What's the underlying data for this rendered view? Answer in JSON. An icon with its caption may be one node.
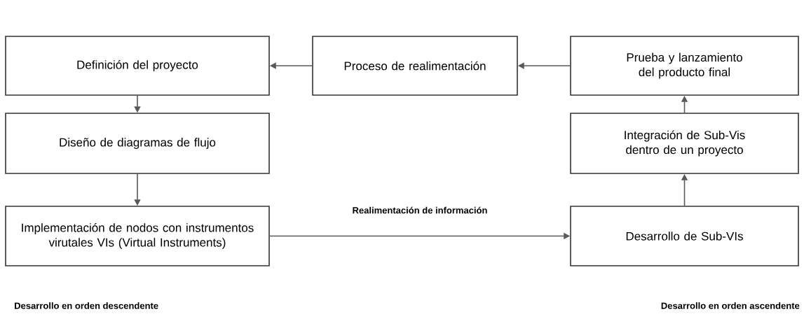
{
  "diagram": {
    "nodes": [
      {
        "text": [
          "Definición del proyecto"
        ]
      },
      {
        "text": [
          "Proceso de realimentación"
        ]
      },
      {
        "text": [
          "Prueba y lanzamiento del producto final"
        ]
      },
      {
        "text": [
          "Diseño de diagramas de flujo"
        ]
      },
      {
        "text": [
          "Integración de Sub-Vis dentro de un proyecto"
        ]
      },
      {
        "text": [
          "Implementación de nodos con instrumentos virutales VIs (Virtual Instruments)"
        ]
      },
      {
        "text": [
          "Desarrollo de Sub-VIs"
        ]
      }
    ],
    "edges": [
      {
        "from": 2,
        "to": 1,
        "arrow": "to"
      },
      {
        "from": 1,
        "to": 0,
        "arrow": "to"
      },
      {
        "from": 0,
        "to": 3,
        "arrow": "to"
      },
      {
        "from": 3,
        "to": 5,
        "arrow": "to"
      },
      {
        "from": 5,
        "to": 6,
        "arrow": "to",
        "label": "Realimentación de información"
      },
      {
        "from": 6,
        "to": 4,
        "arrow": "to"
      },
      {
        "from": 4,
        "to": 2,
        "arrow": "to"
      }
    ],
    "labels": [
      "Desarrollo en orden descendente",
      "Desarrollo en orden ascendente"
    ]
  }
}
